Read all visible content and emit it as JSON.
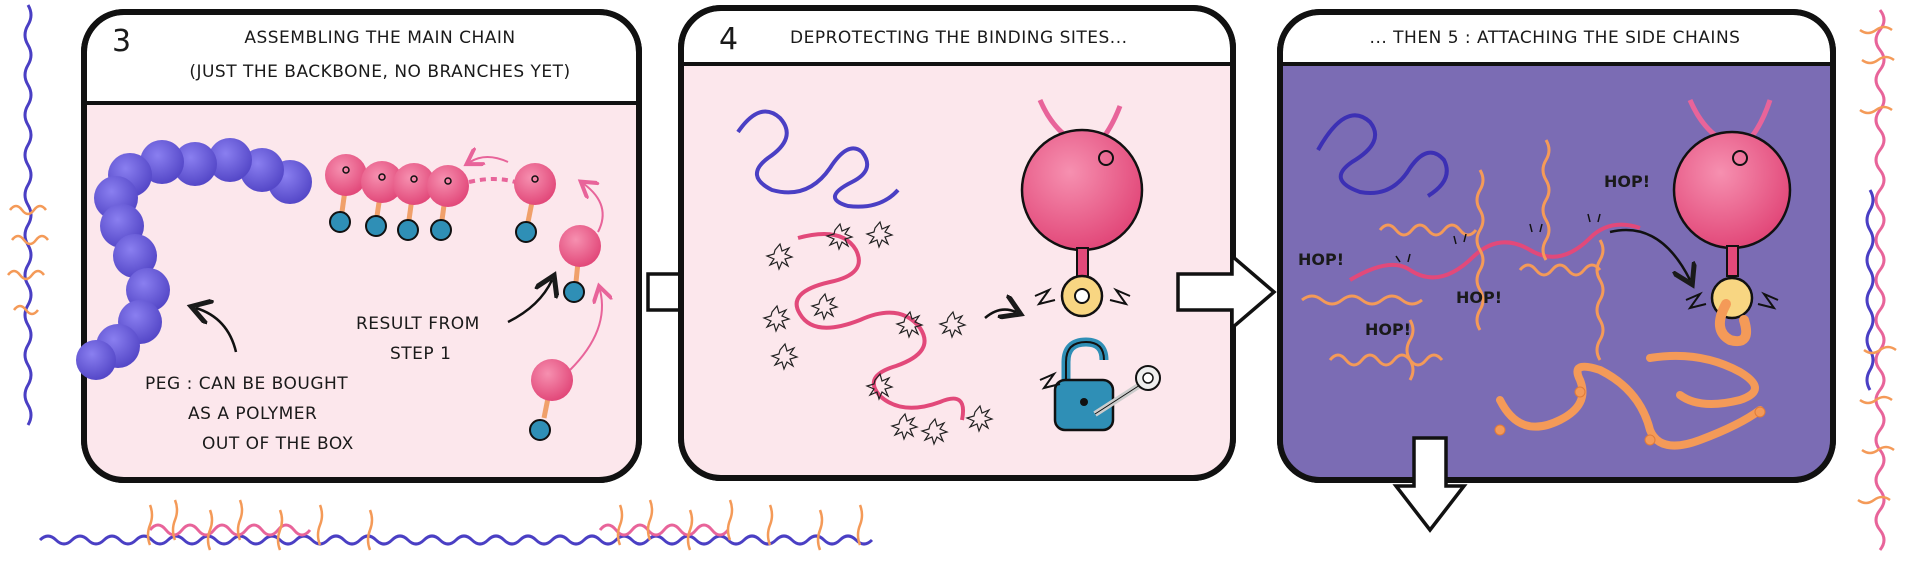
{
  "panels": [
    {
      "number": "3",
      "title_line1": "ASSEMBLING THE MAIN CHAIN",
      "title_line2": "(JUST THE BACKBONE, NO BRANCHES YET)",
      "peg_label": [
        "PEG : CAN BE BOUGHT",
        "AS A POLYMER",
        "OUT OF THE BOX"
      ],
      "result_label": [
        "RESULT FROM",
        "STEP 1"
      ]
    },
    {
      "number": "4",
      "title": "DEPROTECTING THE BINDING SITES..."
    },
    {
      "number": "",
      "title": "... THEN 5 :  ATTACHING THE SIDE CHAINS",
      "hop_labels": [
        "HOP!",
        "HOP!",
        "HOP!",
        "HOP!"
      ]
    }
  ],
  "colors": {
    "panel_pink": "#fce7ec",
    "panel_purple": "#7b6cb4",
    "peg_blue": "#6a5fd0",
    "monomer_pink": "#ec5f8c",
    "lock_blue": "#2f8fb6",
    "side_chain_orange": "#f49a58",
    "ring_yellow": "#f8d682"
  }
}
